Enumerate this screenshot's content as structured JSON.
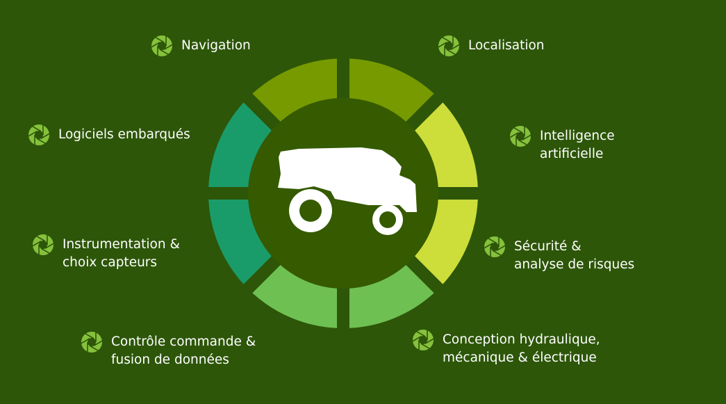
{
  "colors": {
    "background": "#2d5609",
    "inner_circle": "#355a00",
    "icon": "#86c13c",
    "segments": [
      "#769a00",
      "#769a00",
      "#cddd3a",
      "#cddd3a",
      "#6fc052",
      "#6fc052",
      "#1a9c6a",
      "#1a9c6a"
    ]
  },
  "center_icon": "tractor-icon",
  "items": [
    {
      "label": "Navigation",
      "icon": "aperture-icon"
    },
    {
      "label": "Localisation",
      "icon": "aperture-icon"
    },
    {
      "label": "Logiciels  embarqués",
      "icon": "aperture-icon"
    },
    {
      "label": "Intelligence\nartificielle",
      "icon": "aperture-icon"
    },
    {
      "label": "Instrumentation &\nchoix capteurs",
      "icon": "aperture-icon"
    },
    {
      "label": "Sécurité &\nanalyse de risques",
      "icon": "aperture-icon"
    },
    {
      "label": "Contrôle commande &\nfusion de données",
      "icon": "aperture-icon"
    },
    {
      "label": "Conception hydraulique,\nmécanique & électrique",
      "icon": "aperture-icon"
    }
  ]
}
